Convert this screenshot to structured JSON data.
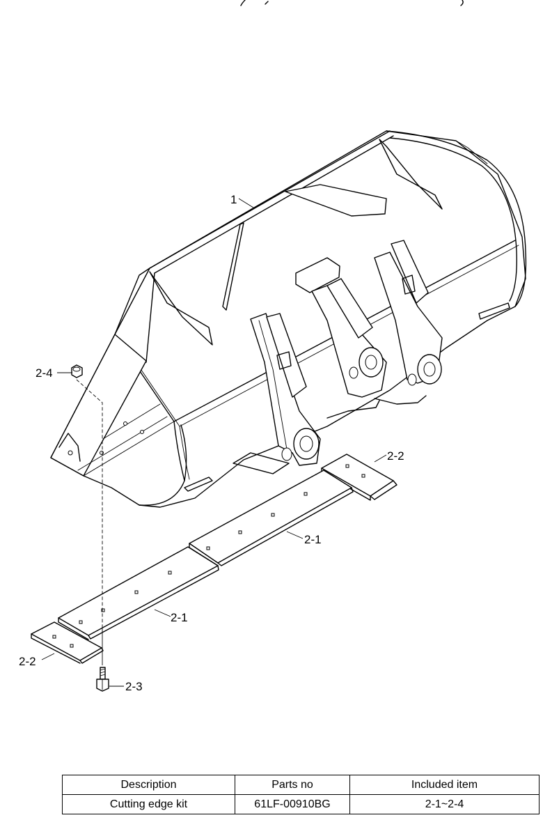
{
  "callouts": {
    "bucket": "1",
    "edge_right": "2-1",
    "edge_left": "2-1",
    "end_right": "2-2",
    "end_left": "2-2",
    "bolt": "2-3",
    "nut": "2-4"
  },
  "table": {
    "headers": [
      "Description",
      "Parts no",
      "Included item"
    ],
    "rows": [
      [
        "Cutting edge kit",
        "61LF-00910BG",
        "2-1~2-4"
      ]
    ]
  }
}
